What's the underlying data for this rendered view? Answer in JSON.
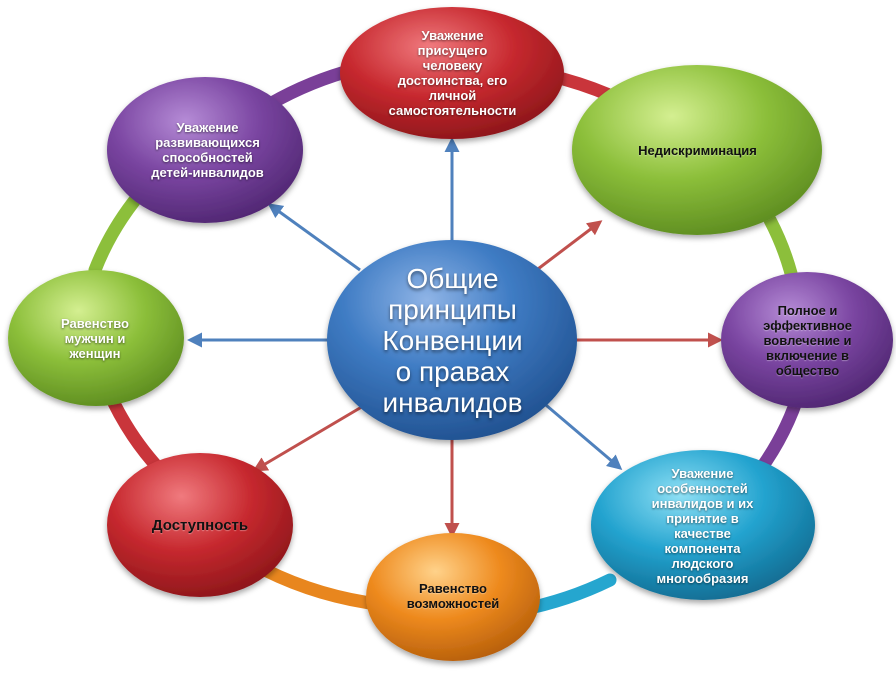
{
  "center": {
    "label": "Общие\nпринципы\nКонвенции\nо правах\nинвалидов",
    "color": "#3b73b8"
  },
  "ring_colors": [
    "#c9353b",
    "#8cbf3b",
    "#7a3f98",
    "#e8861e",
    "#25a6cf"
  ],
  "arrow_colors": {
    "blue": "#4f81bd",
    "red": "#c0504d"
  },
  "nodes": [
    {
      "id": "dignity",
      "label": "Уважение\nприсущего\nчеловеку\nдостоинства, его\nличной\nсамостоятельности",
      "color": "#c42a30",
      "text": "light"
    },
    {
      "id": "nondiscrimination",
      "label": "Недискриминация",
      "color": "#86b83a",
      "text": "dark"
    },
    {
      "id": "inclusion",
      "label": "Полное и\nэффективное\nвовлечение и\nвключение в\nобщество",
      "color": "#6e3a93",
      "text": "dark"
    },
    {
      "id": "diversity",
      "label": "Уважение\nособенностей\nинвалидов и их\nпринятие в\nкачестве\nкомпонента\nлюдского\nмногообразия",
      "color": "#1e9bc6",
      "text": "light"
    },
    {
      "id": "equal-opportunity",
      "label": "Равенство\nвозможностей",
      "color": "#e8861e",
      "text": "dark"
    },
    {
      "id": "accessibility",
      "label": "Доступность",
      "color": "#c42a30",
      "text": "dark"
    },
    {
      "id": "gender-equality",
      "label": "Равенство\nмужчин и\nженщин",
      "color": "#86b83a",
      "text": "light"
    },
    {
      "id": "children",
      "label": "Уважение\nразвивающихся\nспособностей\nдетей-инвалидов",
      "color": "#7b479f",
      "text": "light"
    }
  ]
}
